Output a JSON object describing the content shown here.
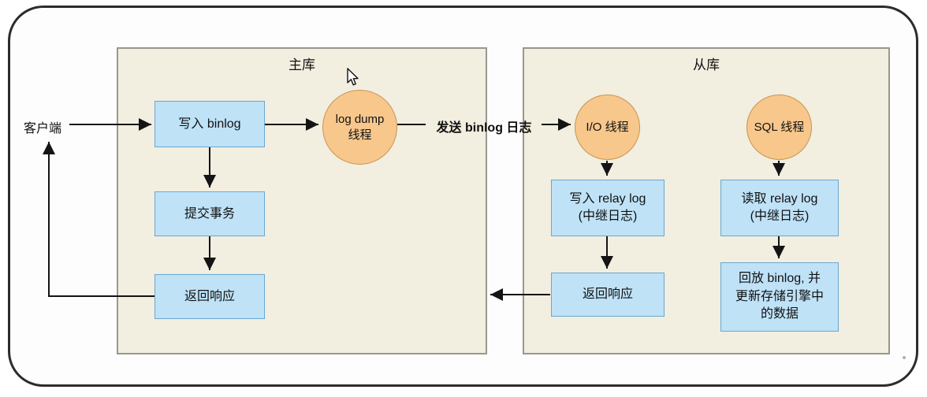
{
  "client": {
    "label": "客户端"
  },
  "flow": {
    "send_binlog_label": "发送 binlog 日志"
  },
  "master": {
    "title": "主库",
    "nodes": {
      "write_binlog": "写入 binlog",
      "commit": "提交事务",
      "response": "返回响应",
      "log_dump": {
        "line1": "log dump",
        "line2": "线程"
      }
    }
  },
  "slave": {
    "title": "从库",
    "nodes": {
      "io_thread": "I/O 线程",
      "sql_thread": "SQL 线程",
      "write_relay": {
        "line1": "写入  relay log",
        "line2": "(中继日志)"
      },
      "read_relay": {
        "line1": "读取  relay log",
        "line2": "(中继日志)"
      },
      "response": "返回响应",
      "replay": {
        "line1": "回放 binlog, 并",
        "line2": "更新存储引擎中",
        "line3": "的数据"
      }
    }
  },
  "colors": {
    "panel_fill": "#f2eee0",
    "panel_border": "#99978e",
    "box_fill": "#bfe2f7",
    "box_border": "#6aa7cf",
    "circle_fill": "#f7c78c",
    "circle_border": "#c79552",
    "line": "#141414",
    "outer_border": "#2c2c2c"
  }
}
